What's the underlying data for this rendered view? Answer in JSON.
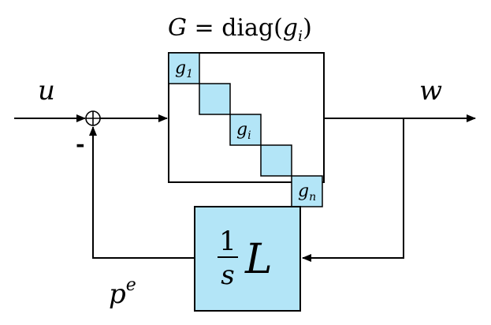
{
  "title": {
    "lhs": "G",
    "eq": " = ",
    "fn": "diag(",
    "arg": "g",
    "arg_sub": "i",
    "close": ")"
  },
  "signals": {
    "input": "u",
    "output": "w",
    "feedback": "p",
    "feedback_sup": "e",
    "minus": "-"
  },
  "matrix_blocks": [
    {
      "base": "g",
      "sub": "1"
    },
    {
      "base": "",
      "sub": ""
    },
    {
      "base": "g",
      "sub": "i"
    },
    {
      "base": "",
      "sub": ""
    },
    {
      "base": "g",
      "sub": "n"
    }
  ],
  "feedback_block": {
    "num": "1",
    "den": "s",
    "op": "L"
  },
  "colors": {
    "block_fill": "#b3e5f7",
    "line": "#000000"
  }
}
